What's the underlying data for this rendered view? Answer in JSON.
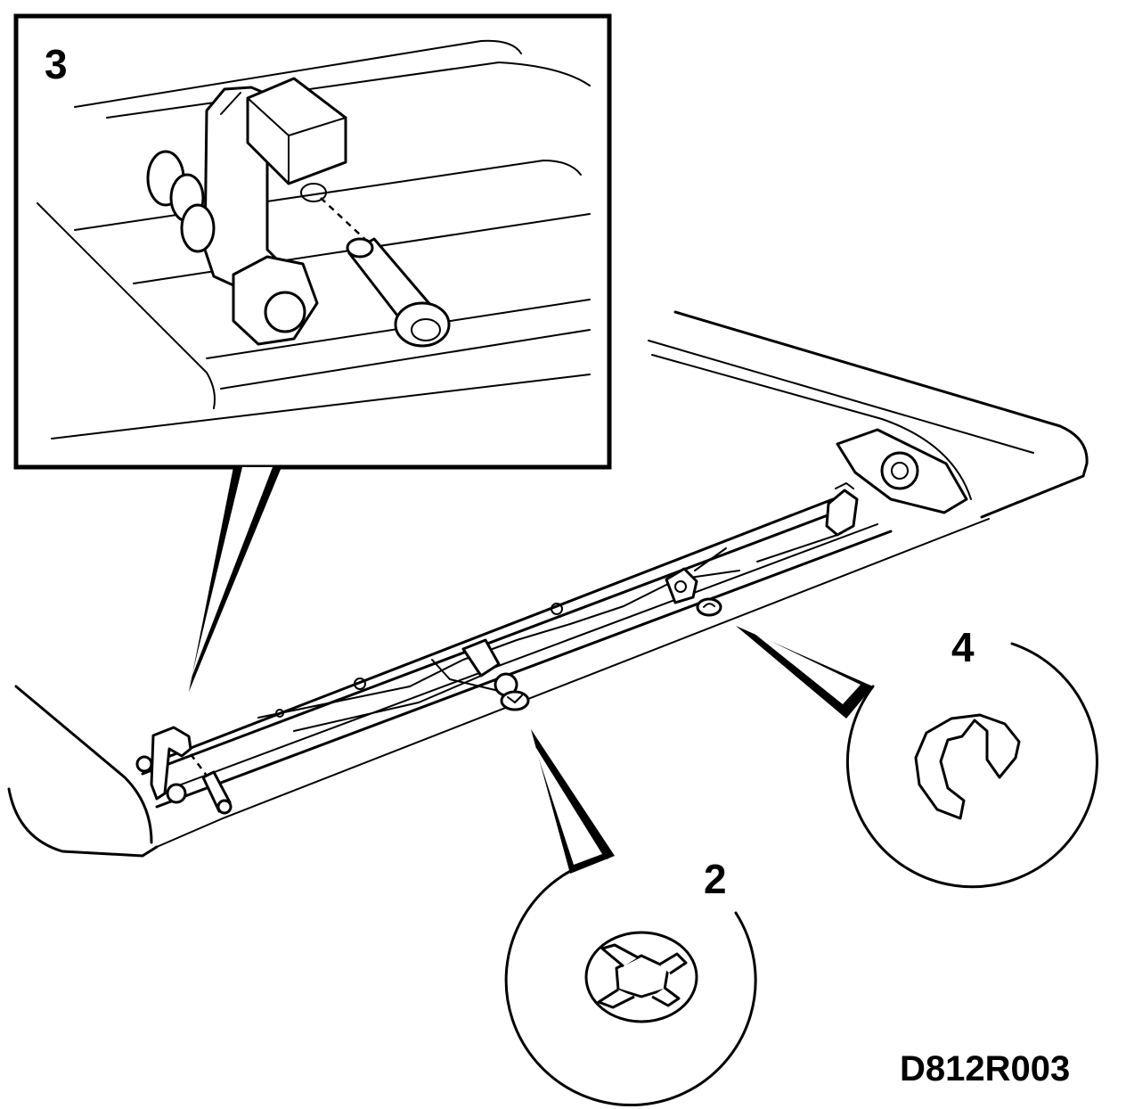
{
  "callouts": [
    {
      "label": "3"
    },
    {
      "label": "2"
    },
    {
      "label": "4"
    }
  ],
  "figure_code": "D812R003",
  "icons": [
    "hinge-pin-detail",
    "star-lock-washer",
    "e-clip-retainer"
  ]
}
